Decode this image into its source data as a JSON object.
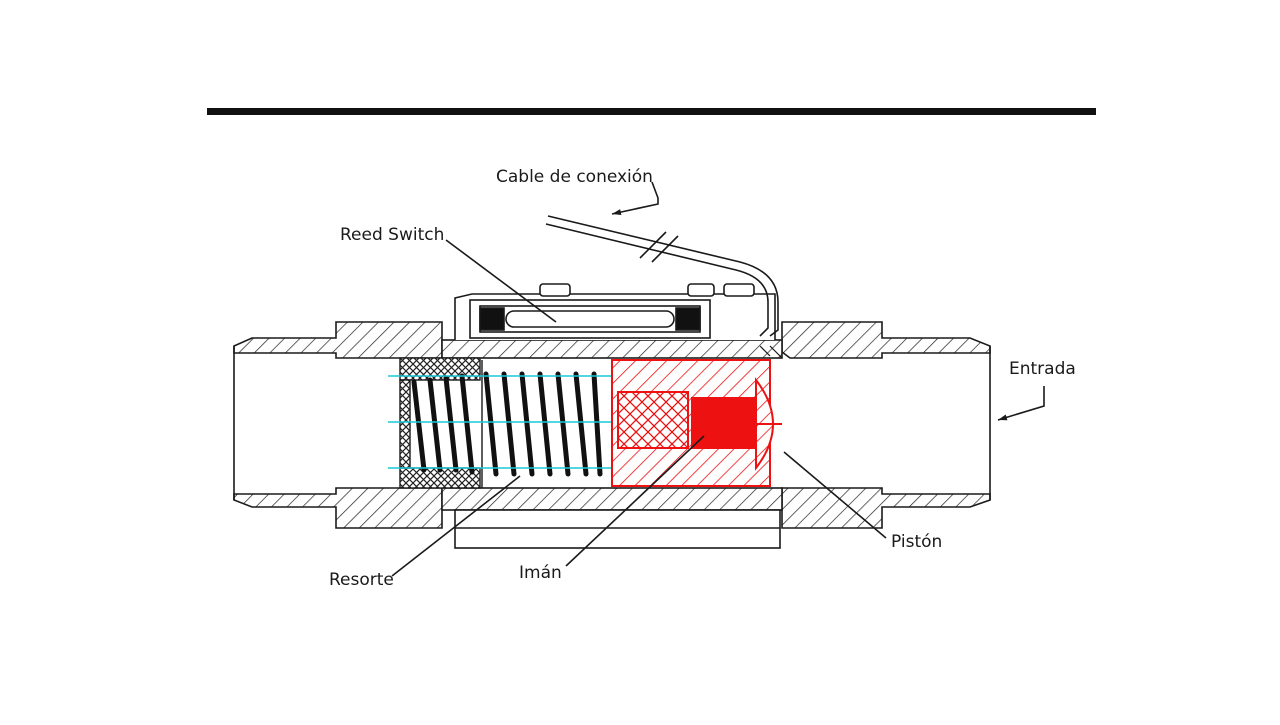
{
  "diagram": {
    "colors": {
      "line": "#1a1a1a",
      "hatch": "#222222",
      "accent": "#ee1111",
      "guide": "#19c9d6",
      "topbar": "#111111"
    },
    "labels": {
      "cable": "Cable de conexión",
      "reed": "Reed Switch",
      "entrada": "Entrada",
      "piston": "Pistón",
      "resorte": "Resorte",
      "iman": "Imán"
    }
  }
}
